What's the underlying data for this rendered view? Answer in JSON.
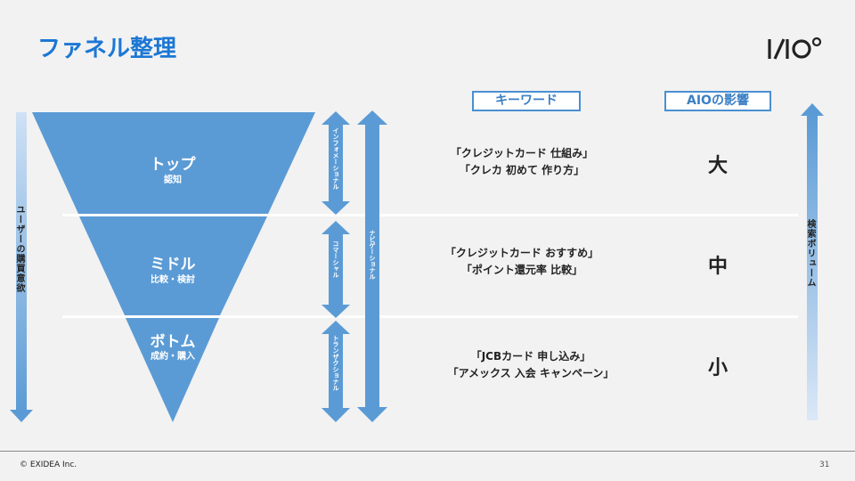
{
  "title": "ファネル整理",
  "logo": "AIO",
  "funnel": {
    "stages": [
      {
        "name": "トップ",
        "sub": "認知"
      },
      {
        "name": "ミドル",
        "sub": "比較・検討"
      },
      {
        "name": "ボトム",
        "sub": "成約・購入"
      }
    ]
  },
  "intent_labels": [
    "インフォメーショナル",
    "コマーシャル",
    "トランザクショナル"
  ],
  "navigational_label": "ナビゲーショナル",
  "left_axis_label": "ユーザーの購買意欲",
  "right_axis_label": "検索ボリューム",
  "headers": {
    "keyword": "キーワード",
    "impact": "AIOの影響"
  },
  "keywords": [
    [
      "「クレジットカード 仕組み」",
      "「クレカ 初めて 作り方」"
    ],
    [
      "「クレジットカード おすすめ」",
      "「ポイント還元率 比較」"
    ],
    [
      "「JCBカード 申し込み」",
      "「アメックス 入会 キャンペーン」"
    ]
  ],
  "impacts": [
    "大",
    "中",
    "小"
  ],
  "colors": {
    "funnel": "#5b9bd5",
    "arrow": "#5b9bd5",
    "title": "#1c77d4"
  },
  "footer": {
    "copyright": "© EXIDEA Inc.",
    "page": "31"
  }
}
